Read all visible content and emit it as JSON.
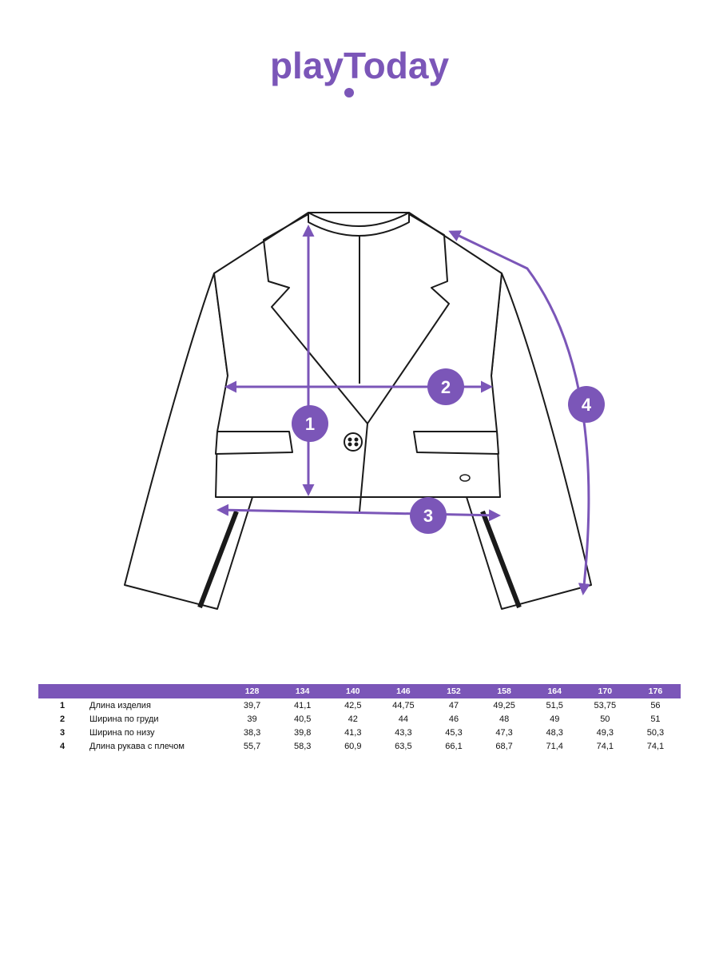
{
  "brand": {
    "logo_text": "playToday",
    "accent_color": "#7b56b8",
    "line_color": "#1a1a1a"
  },
  "diagram": {
    "markers": [
      {
        "id": "1",
        "label": "1"
      },
      {
        "id": "2",
        "label": "2"
      },
      {
        "id": "3",
        "label": "3"
      },
      {
        "id": "4",
        "label": "4"
      }
    ]
  },
  "size_table": {
    "sizes": [
      "128",
      "134",
      "140",
      "146",
      "152",
      "158",
      "164",
      "170",
      "176"
    ],
    "rows": [
      {
        "num": "1",
        "label": "Длина изделия",
        "values": [
          "39,7",
          "41,1",
          "42,5",
          "44,75",
          "47",
          "49,25",
          "51,5",
          "53,75",
          "56"
        ]
      },
      {
        "num": "2",
        "label": "Ширина по груди",
        "values": [
          "39",
          "40,5",
          "42",
          "44",
          "46",
          "48",
          "49",
          "50",
          "51"
        ]
      },
      {
        "num": "3",
        "label": "Ширина по низу",
        "values": [
          "38,3",
          "39,8",
          "41,3",
          "43,3",
          "45,3",
          "47,3",
          "48,3",
          "49,3",
          "50,3"
        ]
      },
      {
        "num": "4",
        "label": "Длина рукава с плечом",
        "values": [
          "55,7",
          "58,3",
          "60,9",
          "63,5",
          "66,1",
          "68,7",
          "71,4",
          "74,1",
          "74,1"
        ]
      }
    ]
  }
}
